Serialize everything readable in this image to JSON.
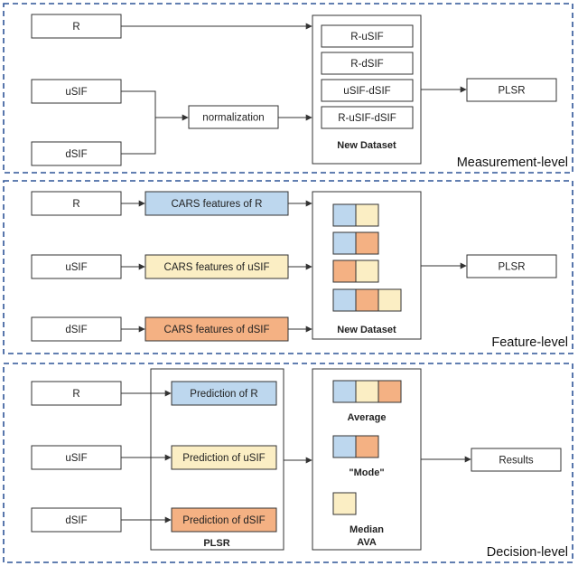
{
  "colors": {
    "blue": "#bdd7ee",
    "yellow": "#fbeec4",
    "orange": "#f4b183",
    "panel_border": "#2f5597"
  },
  "inputs": {
    "r": "R",
    "usif": "uSIF",
    "dsif": "dSIF"
  },
  "measurement": {
    "normalization": "normalization",
    "items": [
      "R-uSIF",
      "R-dSIF",
      "uSIF-dSIF",
      "R-uSIF-dSIF"
    ],
    "dataset_label": "New Dataset",
    "output": "PLSR",
    "level_label": "Measurement-level"
  },
  "feature": {
    "cars_r": "CARS features of R",
    "cars_usif": "CARS features of uSIF",
    "cars_dsif": "CARS features of dSIF",
    "dataset_label": "New Dataset",
    "output": "PLSR",
    "level_label": "Feature-level"
  },
  "decision": {
    "pred_r": "Prediction of R",
    "pred_usif": "Prediction of uSIF",
    "pred_dsif": "Prediction of dSIF",
    "plsr_label": "PLSR",
    "average": "Average",
    "mode": "\"Mode\"",
    "median": "Median",
    "ava": "AVA",
    "output": "Results",
    "level_label": "Decision-level"
  }
}
